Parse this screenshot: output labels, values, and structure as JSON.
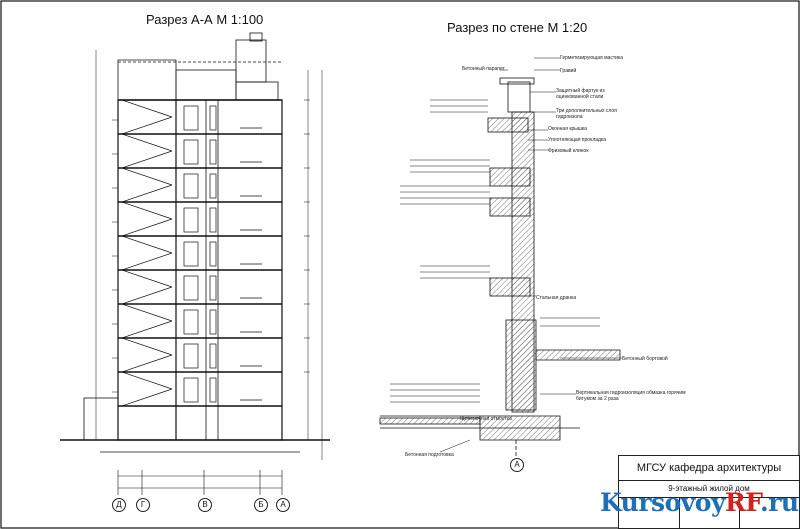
{
  "titles": {
    "section_aa": "Разрез А-А М 1:100",
    "wall_section": "Разрез по стене М 1:20"
  },
  "title_block": {
    "department": "МГСУ кафедра архитектуры",
    "subject": "9-этажный жилой дом"
  },
  "watermark": {
    "part1": "Kursovoy",
    "part2": "RF",
    "part3": ".ru"
  },
  "axes_left": [
    "Д",
    "Г",
    "В",
    "Б",
    "А"
  ],
  "axis_right": "А",
  "wall_labels": [
    "Герметизирующая мастика",
    "Бетонный парапет",
    "Гравий",
    "Защитный фартук из оцинкованной стали",
    "Три дополнительных слоя гидроизола",
    "Оконная крышка",
    "Уплотняющая прокладка",
    "Фризовый клинок",
    "Стальная дранка",
    "Бетонный бортовой",
    "Вертикальная гидроизоляция обмазка горячим битумом за 2 раза",
    "Щебеночная отмостка",
    "Бетонная подготовка"
  ],
  "colors": {
    "line": "#111111",
    "hatch": "#555555",
    "brand_blue": "#1d6fb8",
    "brand_red": "#d6201c"
  }
}
